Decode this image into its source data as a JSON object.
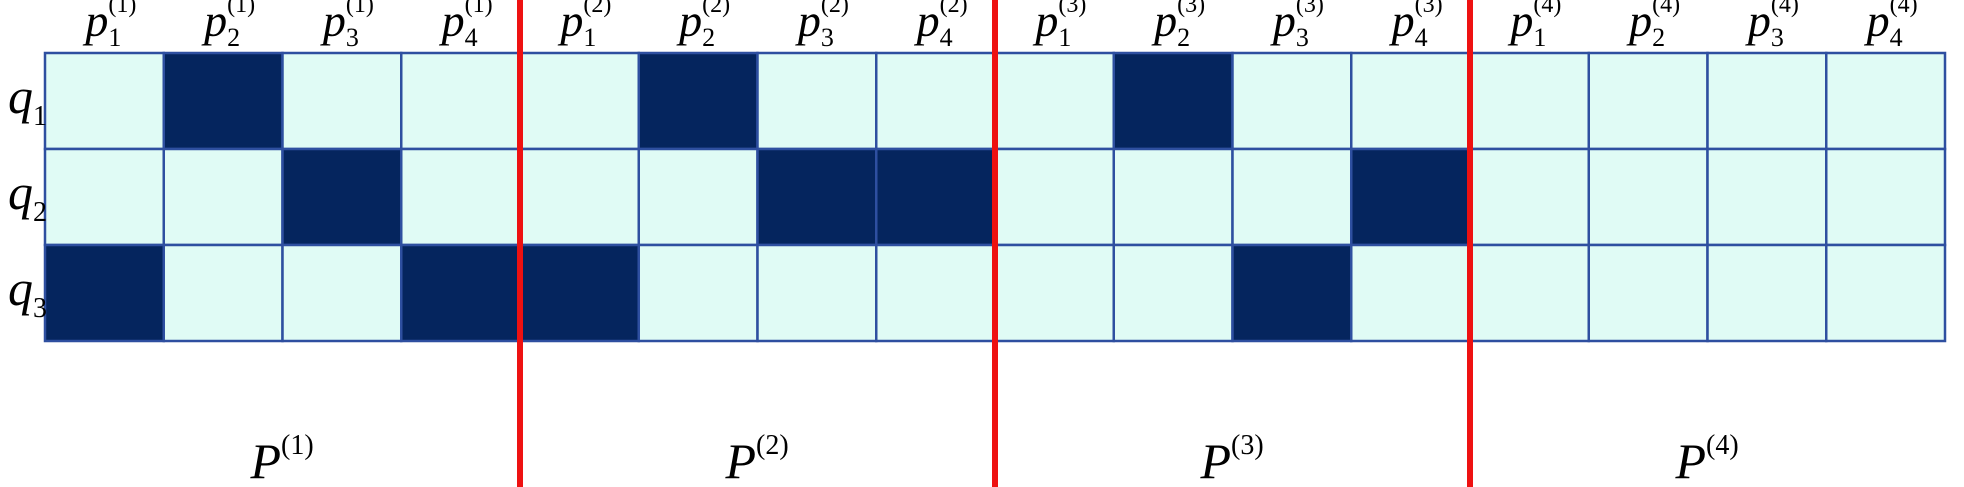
{
  "diagram": {
    "col_symbol": "p",
    "col_subscripts": [
      "1",
      "2",
      "3",
      "4"
    ],
    "groups": [
      {
        "index_label": "(1)",
        "name_symbol": "P",
        "name_superscript": "(1)"
      },
      {
        "index_label": "(2)",
        "name_symbol": "P",
        "name_superscript": "(2)"
      },
      {
        "index_label": "(3)",
        "name_symbol": "P",
        "name_superscript": "(3)"
      },
      {
        "index_label": "(4)",
        "name_symbol": "P",
        "name_superscript": "(4)"
      }
    ],
    "rows": [
      {
        "symbol": "q",
        "subscript": "1"
      },
      {
        "symbol": "q",
        "subscript": "2"
      },
      {
        "symbol": "q",
        "subscript": "3"
      }
    ],
    "grid": [
      [
        0,
        1,
        0,
        0,
        0,
        1,
        0,
        0,
        0,
        1,
        0,
        0,
        0,
        0,
        0,
        0
      ],
      [
        0,
        0,
        1,
        0,
        0,
        0,
        1,
        1,
        0,
        0,
        0,
        1,
        0,
        0,
        0,
        0
      ],
      [
        1,
        0,
        0,
        1,
        1,
        0,
        0,
        0,
        0,
        0,
        1,
        0,
        0,
        0,
        0,
        0
      ]
    ],
    "colors": {
      "filled": "#05255e",
      "empty": "#e0fbf5",
      "grid_line": "#2e4fa0",
      "separator": "#ee1111"
    }
  }
}
